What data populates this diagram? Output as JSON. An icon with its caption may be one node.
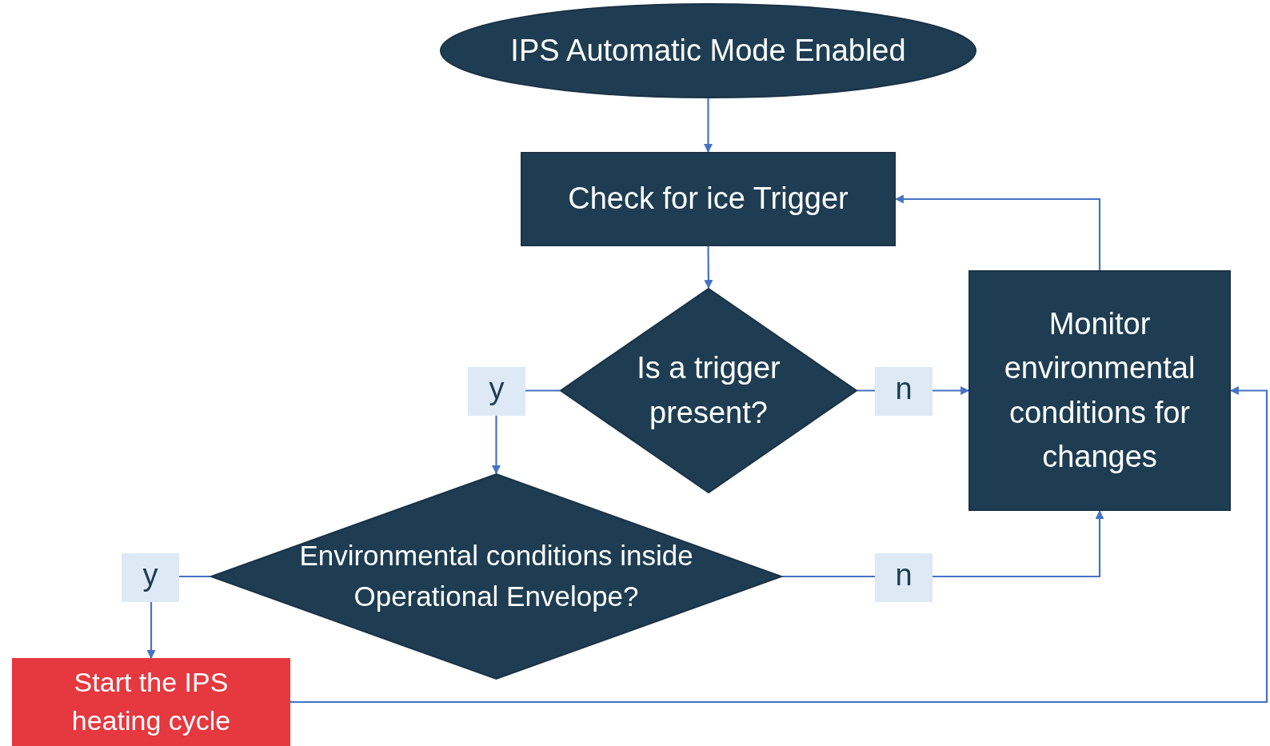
{
  "diagram": {
    "nodes": [
      {
        "text": [
          "IPS Automatic Mode Enabled"
        ]
      },
      {
        "text": [
          "Check for ice Trigger"
        ]
      },
      {
        "text": [
          "Is a trigger present?"
        ]
      },
      {
        "text": [
          "Monitor environmental conditions for changes"
        ]
      },
      {
        "text": [
          "Environmental conditions inside Operational Envelope?"
        ]
      },
      {
        "text": [
          "Start the IPS heating cycle"
        ]
      }
    ],
    "edges": [
      {
        "from": 0,
        "to": 1,
        "arrow": "to"
      },
      {
        "from": 1,
        "to": 2,
        "arrow": "to"
      },
      {
        "from": 2,
        "to": 4,
        "arrow": "to",
        "label": "y"
      },
      {
        "from": 2,
        "to": 3,
        "arrow": "to",
        "label": "n"
      },
      {
        "from": 4,
        "to": 5,
        "arrow": "to",
        "label": "y"
      },
      {
        "from": 4,
        "to": 3,
        "arrow": "to",
        "label": "n"
      },
      {
        "from": 3,
        "to": 1,
        "arrow": "to"
      },
      {
        "from": 5,
        "to": 3,
        "arrow": "to"
      }
    ]
  }
}
